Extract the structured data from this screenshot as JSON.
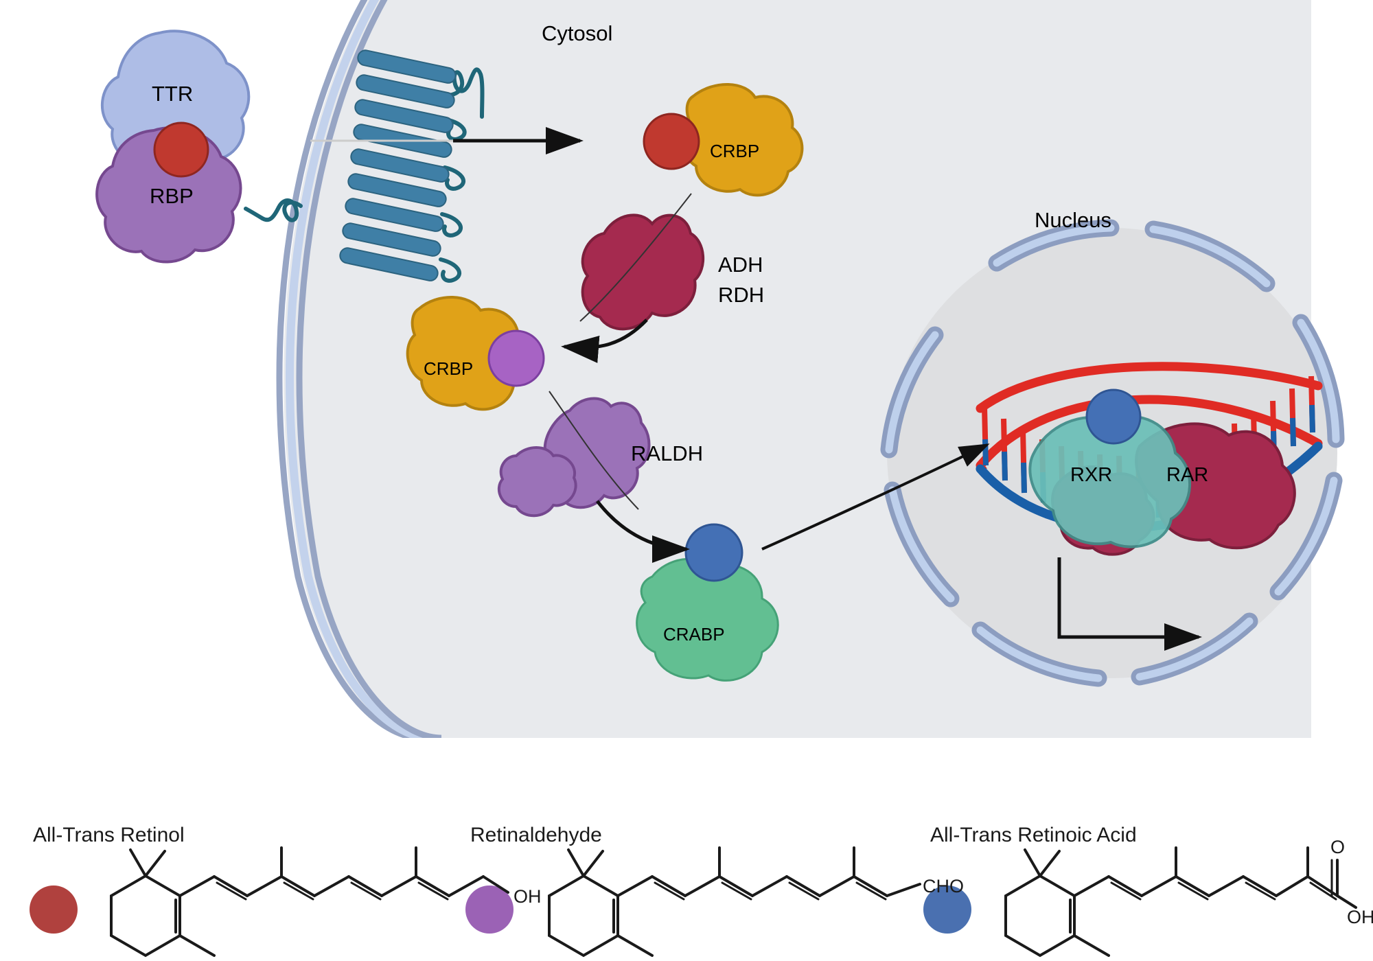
{
  "figure": {
    "compartments": {
      "cytosol_label": "Cytosol",
      "nucleus_label": "Nucleus"
    },
    "extracellular": {
      "ttr_label": "TTR",
      "rbp_label": "RBP",
      "ttr_color": "#aebde6",
      "rbp_color": "#9b72b8",
      "bound_ligand_color": "#c0392f"
    },
    "membrane": {
      "receptor_name": "stra6-receptor",
      "helix_color": "#3f7fa6",
      "loop_color": "#1f6678",
      "helix_count": 9,
      "bilayer_outer_color": "#97a5c4",
      "bilayer_inner_color": "#c3d2ec"
    },
    "cytosol_entities": [
      {
        "label": "CRBP",
        "protein_color": "#e0a218",
        "ligand_color": "#c0392f",
        "ligand_name": "all-trans-retinol"
      },
      {
        "label": "ADH",
        "label2": "RDH",
        "protein_color": "#a52a4f",
        "ligand_color": ""
      },
      {
        "label": "CRBP",
        "protein_color": "#e0a218",
        "ligand_color": "#a763c4",
        "ligand_name": "retinaldehyde"
      },
      {
        "label": "RALDH",
        "protein_color": "#9b72b8",
        "ligand_color": ""
      },
      {
        "label": "CRABP",
        "protein_color": "#62bf92",
        "ligand_color": "#4470b5",
        "ligand_name": "all-trans-retinoic-acid"
      }
    ],
    "nucleus_entities": {
      "rxr_label": "RXR",
      "rar_label": "RAR",
      "rxr_color": "#6bbfb8",
      "rar_color": "#a52a4f",
      "ligand_color": "#4470b5",
      "dna_strand_top_color": "#e02b24",
      "dna_strand_bottom_color": "#1a5fa8",
      "nucleus_fill": "#dedfe1",
      "pore_outer": "#8c9dc0",
      "pore_inner": "#bed0ec"
    },
    "arrows": [
      {
        "name": "retinol-uptake-arrow"
      },
      {
        "name": "adh-rdh-conversion-arrow"
      },
      {
        "name": "raldh-conversion-arrow"
      },
      {
        "name": "crabp-to-nucleus-arrow"
      },
      {
        "name": "transcription-arrow"
      }
    ],
    "legend": [
      {
        "title": "All-Trans Retinol",
        "dot_color": "#b0413e",
        "terminal": "OH",
        "structure": "retinol"
      },
      {
        "title": "Retinaldehyde",
        "dot_color": "#9b62b5",
        "terminal": "CHO",
        "structure": "retinaldehyde"
      },
      {
        "title": "All-Trans Retinoic Acid",
        "dot_color": "#4a70b0",
        "terminal_o": "O",
        "terminal_oh": "OH",
        "structure": "retinoic-acid"
      }
    ],
    "background": {
      "cell_fill": "#e8eaed",
      "page_fill": "#ffffff"
    }
  }
}
